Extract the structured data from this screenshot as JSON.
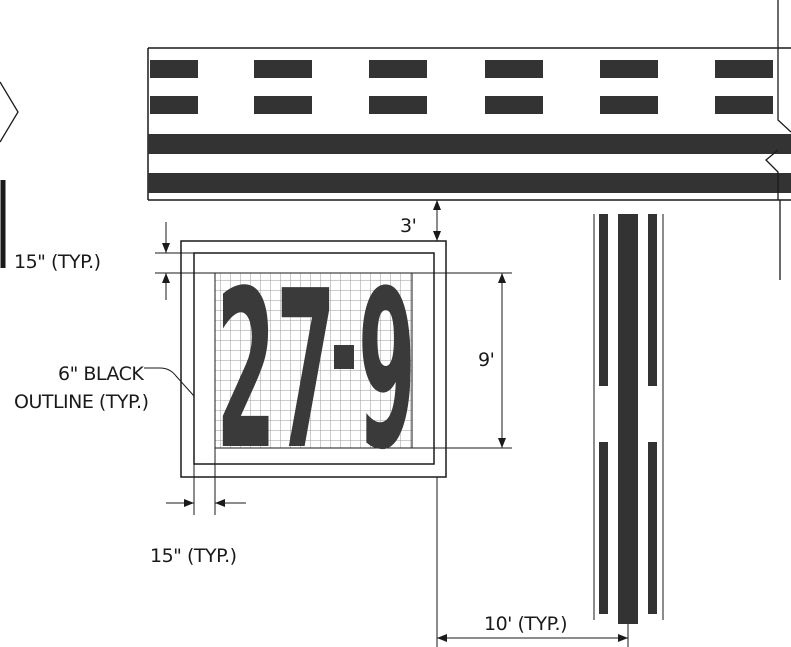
{
  "marking": {
    "number_left": "27",
    "number_dash": "-",
    "number_right": "9",
    "fill_color": "#3a3a3a"
  },
  "dimensions": {
    "setback": "3'",
    "height": "9'",
    "border_top": "15\" (TYP.)",
    "border_side": "15\" (TYP.)",
    "spacing": "10' (TYP.)"
  },
  "callout": {
    "line1": "6\" BLACK",
    "line2": "OUTLINE (TYP.)"
  },
  "colors": {
    "line": "#1a1a1a",
    "stripe": "#333333",
    "grid": "#9a9a9a"
  }
}
